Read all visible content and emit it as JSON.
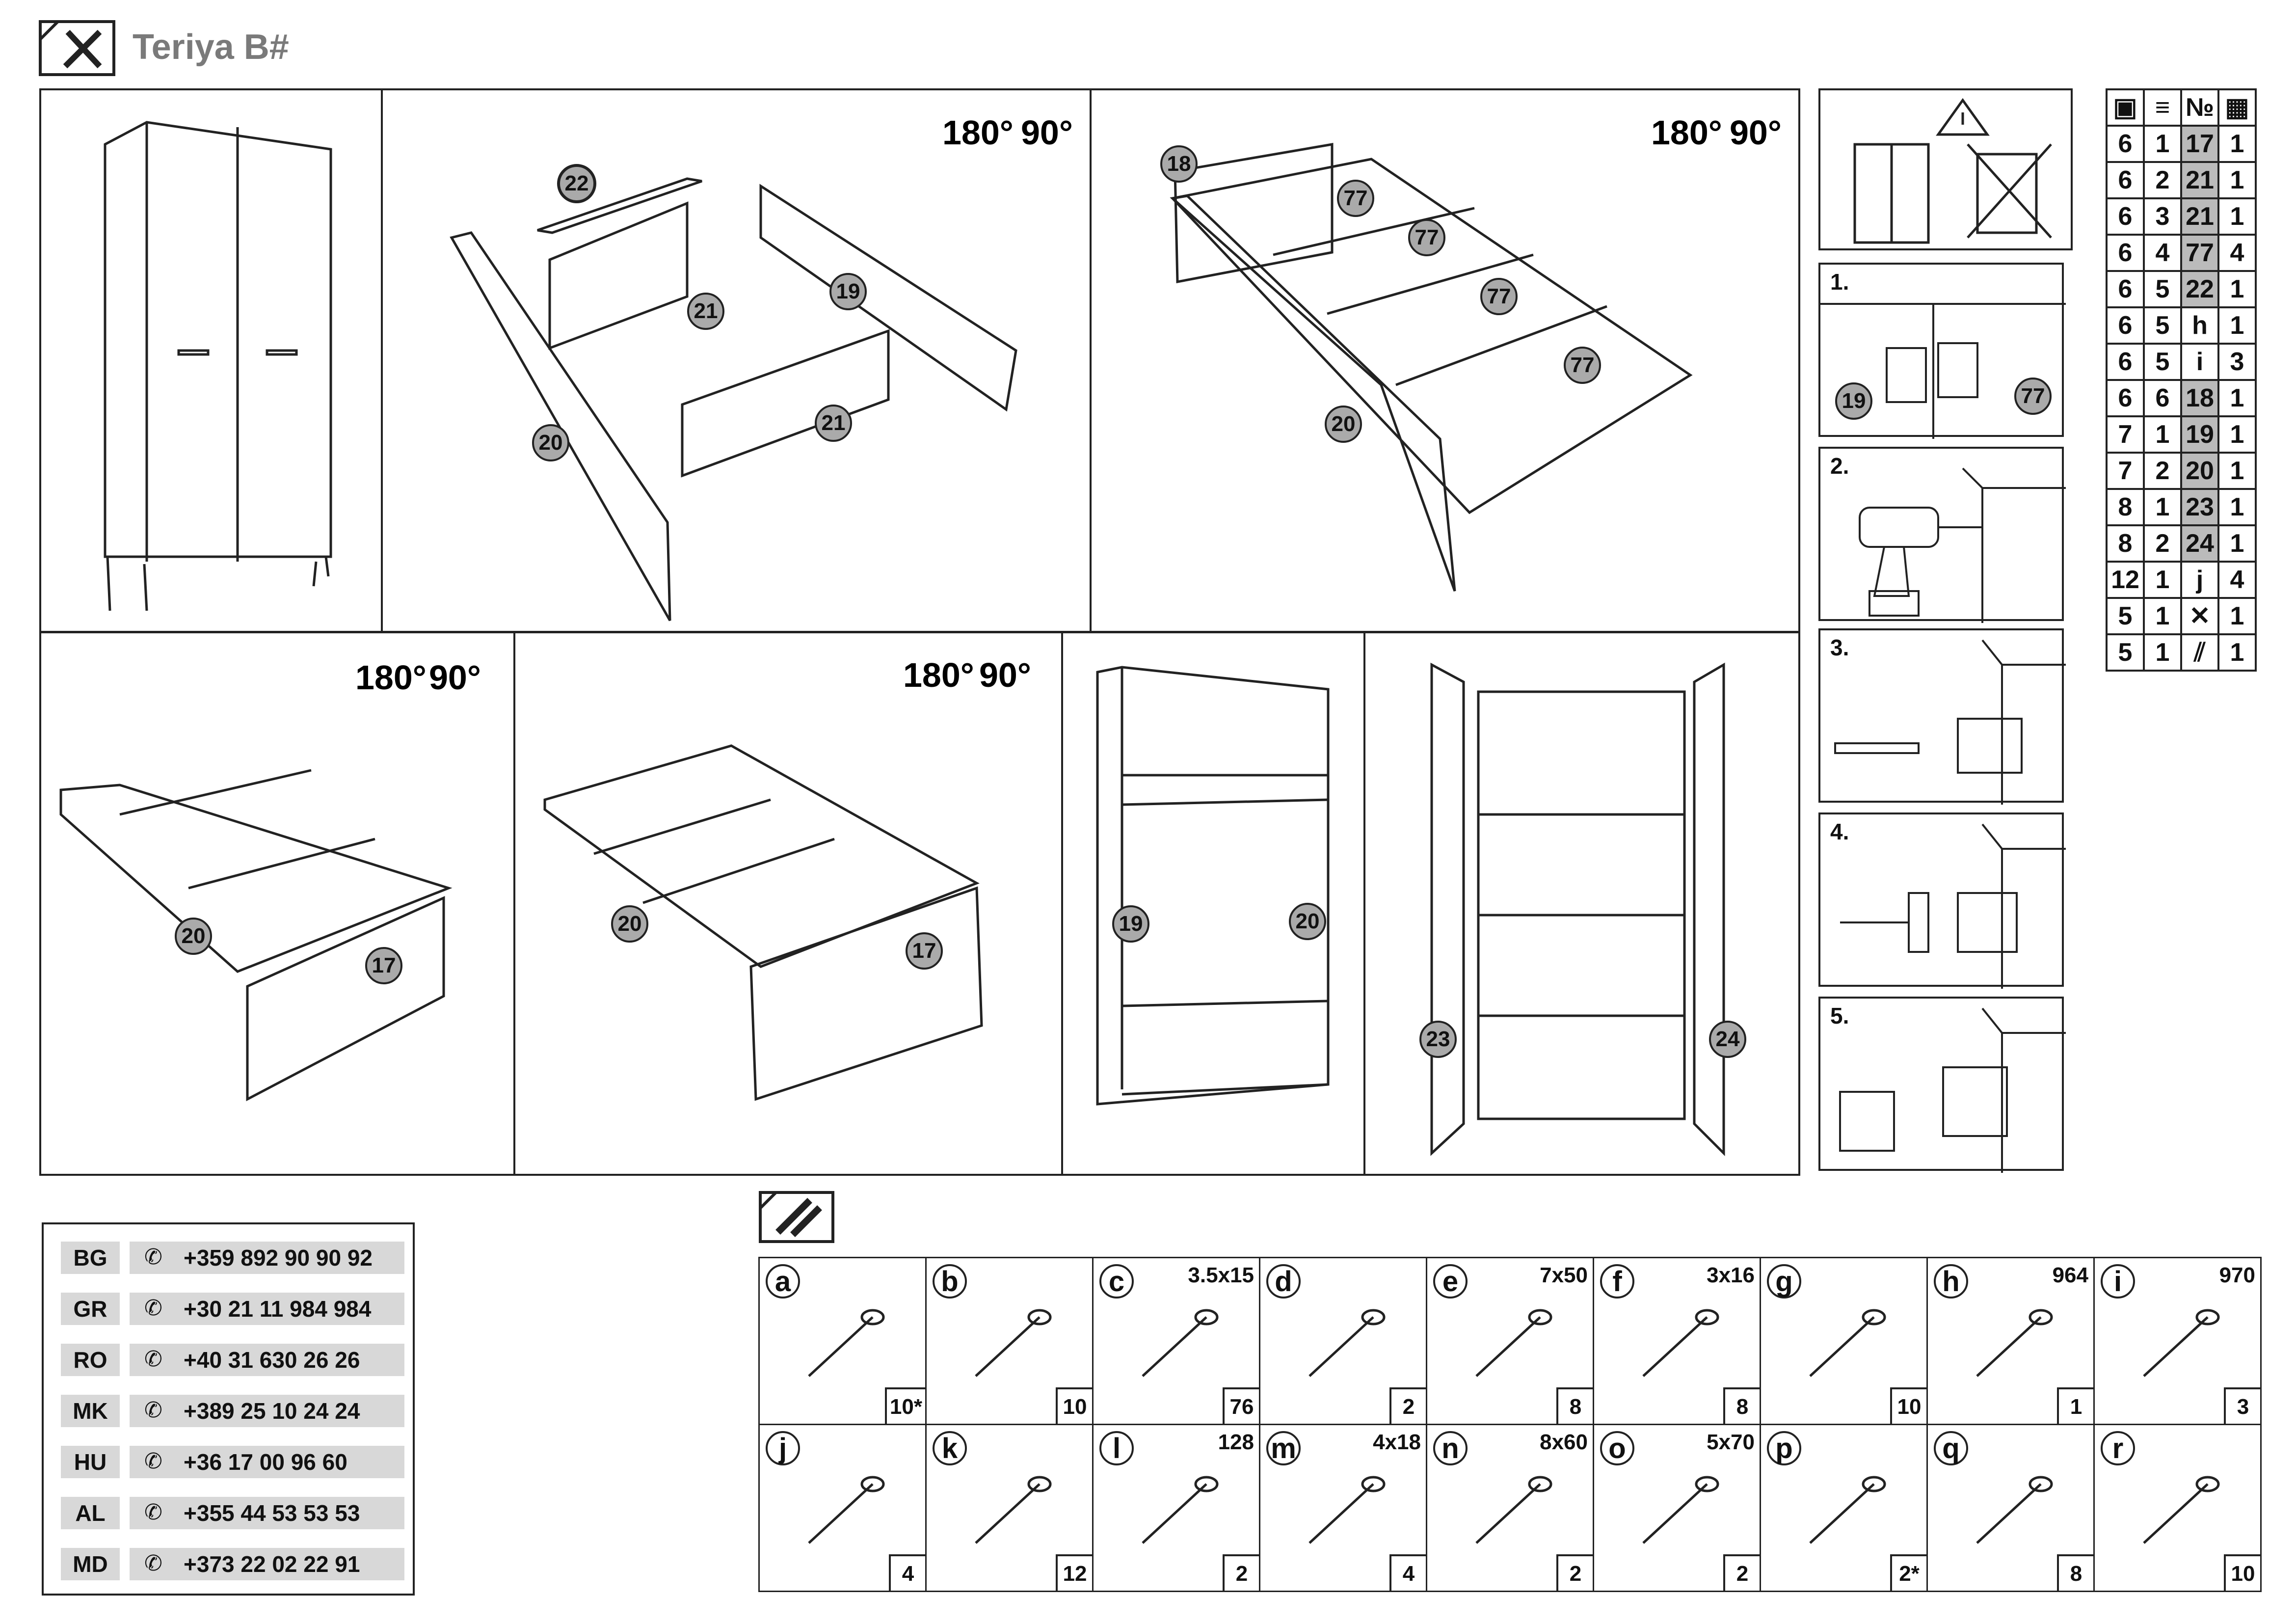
{
  "header": {
    "title": "Teriya B#"
  },
  "panels": {
    "p2": {
      "rot": "180°",
      "rot2": "90°",
      "labels": {
        "22": "22",
        "21a": "21",
        "19": "19",
        "21b": "21",
        "20": "20"
      }
    },
    "p3": {
      "rot": "180°",
      "rot2": "90°",
      "labels": {
        "18": "18",
        "77a": "77",
        "77b": "77",
        "77c": "77",
        "77d": "77",
        "20": "20"
      }
    },
    "p4": {
      "rot": "180°",
      "rot2": "90°",
      "labels": {
        "20": "20",
        "17": "17"
      }
    },
    "p5": {
      "rot": "180°",
      "rot2": "90°",
      "labels": {
        "20": "20",
        "17": "17"
      }
    },
    "p6": {
      "labels": {
        "19": "19",
        "20": "20"
      }
    },
    "p7": {
      "labels": {
        "23": "23",
        "24": "24"
      }
    }
  },
  "steps": [
    {
      "n": "1.",
      "labels": [
        "19",
        "77"
      ]
    },
    {
      "n": "2.",
      "labels": []
    },
    {
      "n": "3.",
      "labels": []
    },
    {
      "n": "4.",
      "labels": []
    },
    {
      "n": "5.",
      "labels": []
    }
  ],
  "parts_table": {
    "rows": [
      [
        "6",
        "1",
        "17",
        "1"
      ],
      [
        "6",
        "2",
        "21",
        "1"
      ],
      [
        "6",
        "3",
        "21",
        "1"
      ],
      [
        "6",
        "4",
        "77",
        "4"
      ],
      [
        "6",
        "5",
        "22",
        "1"
      ],
      [
        "6",
        "5",
        "h",
        "1"
      ],
      [
        "6",
        "5",
        "i",
        "3"
      ],
      [
        "6",
        "6",
        "18",
        "1"
      ],
      [
        "7",
        "1",
        "19",
        "1"
      ],
      [
        "7",
        "2",
        "20",
        "1"
      ],
      [
        "8",
        "1",
        "23",
        "1"
      ],
      [
        "8",
        "2",
        "24",
        "1"
      ],
      [
        "12",
        "1",
        "j",
        "4"
      ],
      [
        "5",
        "1",
        "tool-icon",
        "1"
      ],
      [
        "5",
        "1",
        "hardware-icon",
        "1"
      ]
    ],
    "header_col3": "№"
  },
  "contacts": [
    {
      "code": "BG",
      "phone": "+359 892 90 90 92"
    },
    {
      "code": "GR",
      "phone": "+30 21 11 984 984"
    },
    {
      "code": "RO",
      "phone": "+40 31 630 26 26"
    },
    {
      "code": "MK",
      "phone": "+389 25 10 24 24"
    },
    {
      "code": "HU",
      "phone": "+36 17 00 96 60"
    },
    {
      "code": "AL",
      "phone": "+355 44 53 53 53"
    },
    {
      "code": "MD",
      "phone": "+373 22 02 22 91"
    }
  ],
  "hardware": [
    {
      "l": "a",
      "size": "",
      "qty": "10*"
    },
    {
      "l": "b",
      "size": "",
      "qty": "10"
    },
    {
      "l": "c",
      "size": "3.5x15",
      "qty": "76"
    },
    {
      "l": "d",
      "size": "",
      "qty": "2"
    },
    {
      "l": "e",
      "size": "7x50",
      "qty": "8"
    },
    {
      "l": "f",
      "size": "3x16",
      "qty": "8"
    },
    {
      "l": "g",
      "size": "",
      "qty": "10"
    },
    {
      "l": "h",
      "size": "964",
      "qty": "1"
    },
    {
      "l": "i",
      "size": "970",
      "qty": "3"
    },
    {
      "l": "j",
      "size": "",
      "qty": "4"
    },
    {
      "l": "k",
      "size": "",
      "qty": "12"
    },
    {
      "l": "l",
      "size": "128",
      "qty": "2"
    },
    {
      "l": "m",
      "size": "4x18",
      "qty": "4"
    },
    {
      "l": "n",
      "size": "8x60",
      "qty": "2"
    },
    {
      "l": "o",
      "size": "5x70",
      "qty": "2"
    },
    {
      "l": "p",
      "size": "",
      "qty": "2*"
    },
    {
      "l": "q",
      "size": "",
      "qty": "8"
    },
    {
      "l": "r",
      "size": "",
      "qty": "10"
    }
  ]
}
